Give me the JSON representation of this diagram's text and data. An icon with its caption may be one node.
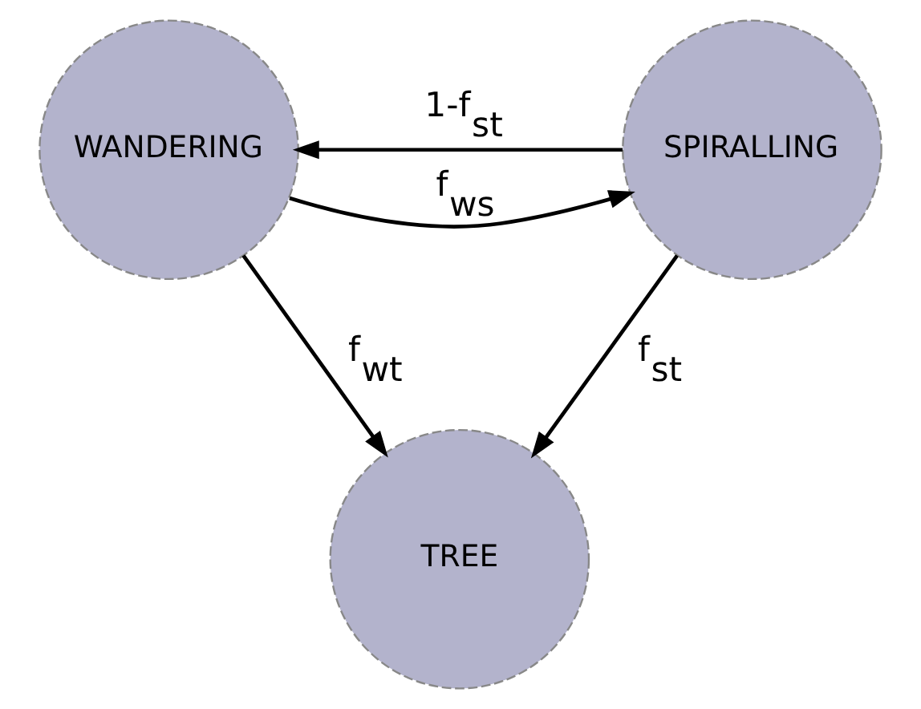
{
  "diagram": {
    "nodes": [
      {
        "text": [
          "WANDERING"
        ]
      },
      {
        "text": [
          "SPIRALLING"
        ]
      },
      {
        "text": [
          "TREE"
        ]
      }
    ],
    "edges": [
      {
        "from": 0,
        "to": 1,
        "arrow": "to",
        "label": "f$_{ws}$"
      },
      {
        "from": 1,
        "to": 0,
        "arrow": "to",
        "label": "1-f$_{st}$"
      },
      {
        "from": 0,
        "to": 2,
        "arrow": "to",
        "label": "f$_{wt}$"
      },
      {
        "from": 1,
        "to": 2,
        "arrow": "to",
        "label": "f$_{st}$"
      }
    ]
  }
}
